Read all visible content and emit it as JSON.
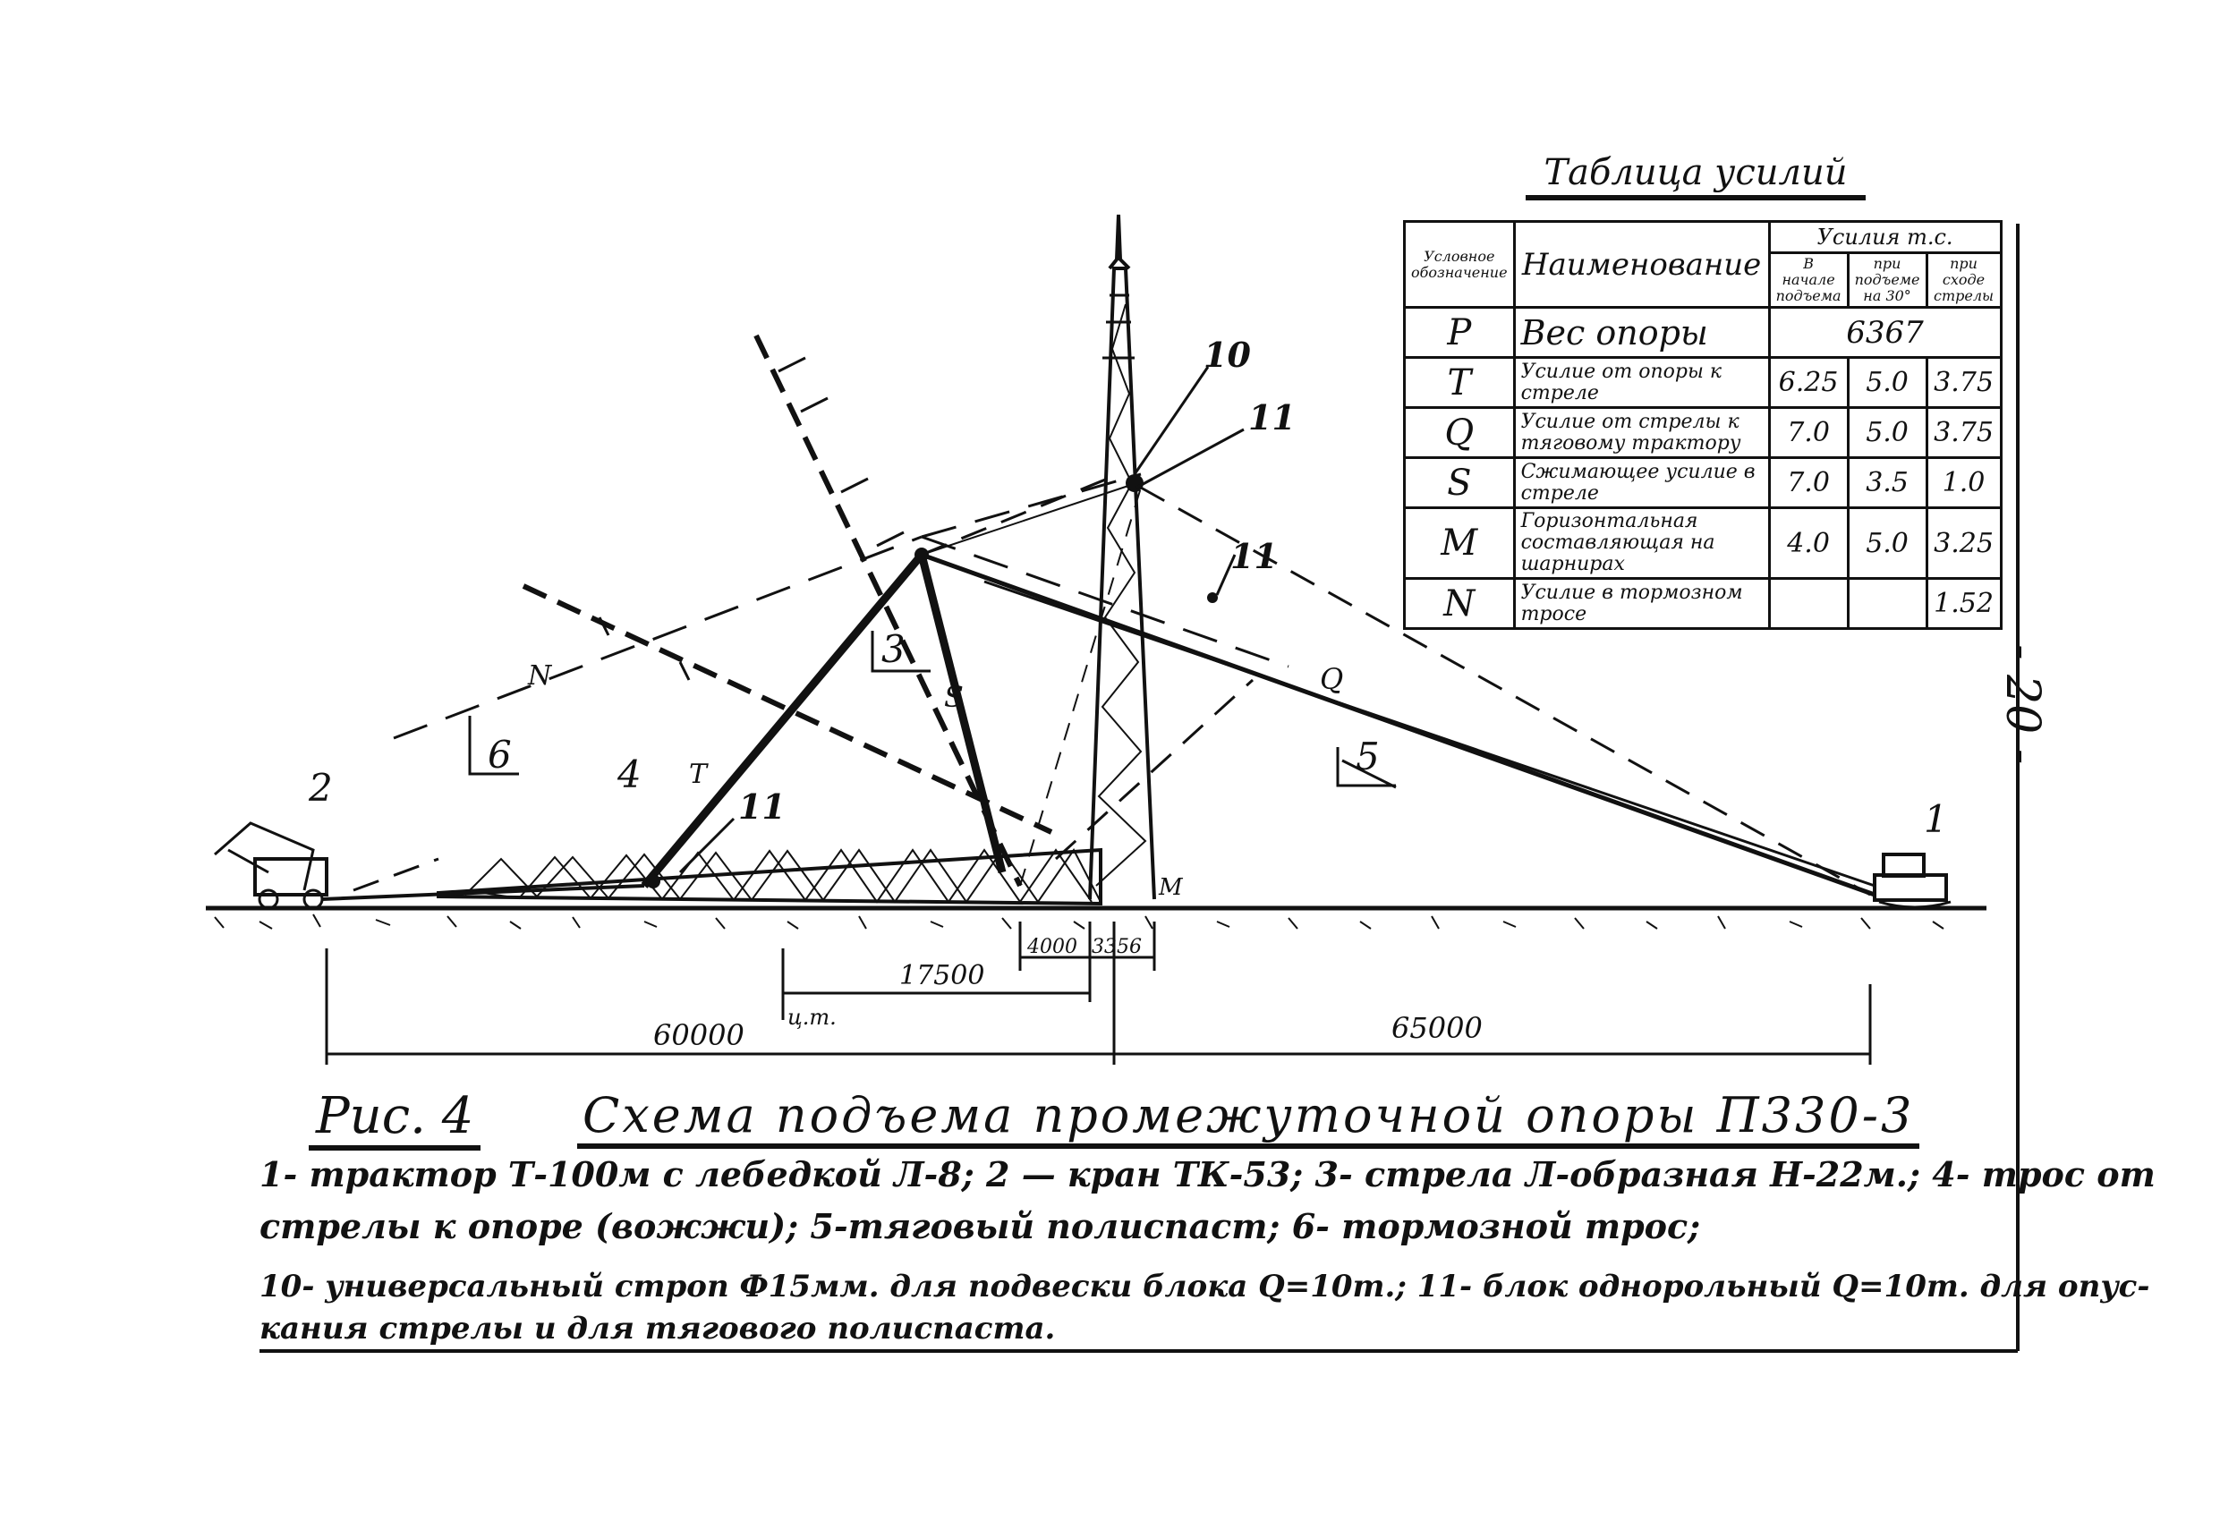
{
  "figure": {
    "label": "Рис. 4",
    "title": "Схема подъема промежуточной опоры П330-3"
  },
  "forces_table": {
    "title": "Таблица усилий",
    "header": {
      "symbol": "Условное обозначение",
      "name": "Наименование",
      "group": "Усилия т.с.",
      "col1": "В начале подъема",
      "col2": "при подъеме на 30°",
      "col3": "при сходе стрелы"
    },
    "rows": [
      {
        "symbol": "P",
        "name": "Вес опоры",
        "v1": "6367",
        "v2": "",
        "v3": ""
      },
      {
        "symbol": "T",
        "name": "Усилие от опоры к стреле",
        "v1": "6.25",
        "v2": "5.0",
        "v3": "3.75"
      },
      {
        "symbol": "Q",
        "name": "Усилие от стрелы к тяговому трактору",
        "v1": "7.0",
        "v2": "5.0",
        "v3": "3.75"
      },
      {
        "symbol": "S",
        "name": "Сжимающее усилие в стреле",
        "v1": "7.0",
        "v2": "3.5",
        "v3": "1.0"
      },
      {
        "symbol": "M",
        "name": "Горизонтальная составляющая на шарнирах",
        "v1": "4.0",
        "v2": "5.0",
        "v3": "3.25"
      },
      {
        "symbol": "N",
        "name": "Усилие в тормозном тросе",
        "v1": "",
        "v2": "",
        "v3": "1.52"
      }
    ]
  },
  "page_number": "- 20 -",
  "drawing_labels": {
    "tractor": "1",
    "crane": "2",
    "boom": "3",
    "guy_rope": "4",
    "pulley_system": "5",
    "brake_rope": "6",
    "sling": "10",
    "block_a": "11",
    "block_b": "11",
    "block_c": "11",
    "force_s": "S",
    "force_q": "Q",
    "force_t": "T",
    "force_n": "N",
    "hinge_m": "M"
  },
  "dimensions": {
    "d1": "17500",
    "d2": "4000",
    "d3": "3356",
    "d4": "60000",
    "d5": "65000",
    "center_of_gravity": "ц.т."
  },
  "legend": {
    "line1": "1- трактор Т-100м с лебедкой Л-8; 2 — кран ТК-53; 3- стрела Л-образная Н-22м.; 4- трос от",
    "line2": "стрелы к опоре (вожжи); 5-тяговый полиспаст; 6- тормозной трос;",
    "line3": "10- универсальный строп Ф15мм. для подвески блока Q=10т.; 11- блок однорольный Q=10т. для опус-",
    "line4": "кания стрелы и для тягового полиспаста."
  }
}
